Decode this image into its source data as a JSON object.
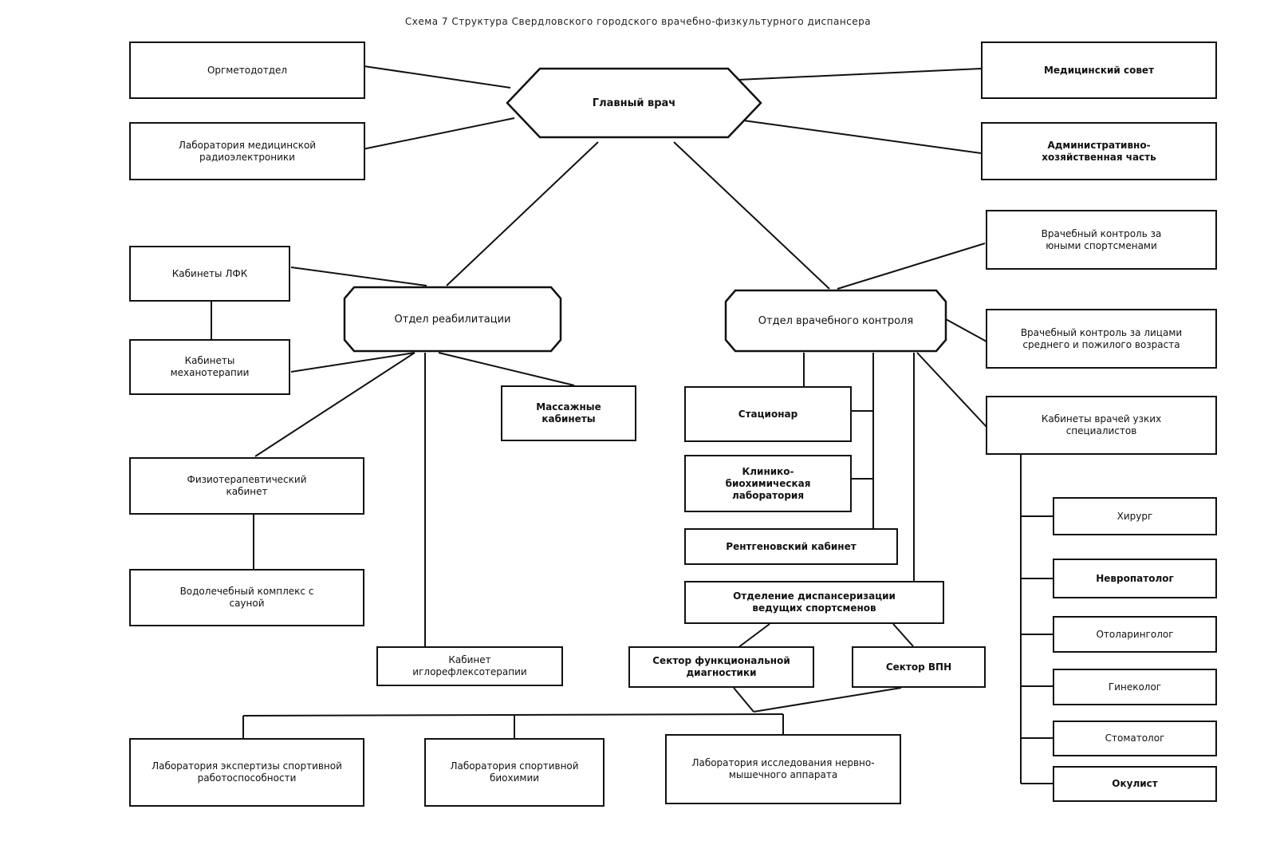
{
  "title": "Схема 7 Структура Свердловского городского врачебно-физкультурного диспансера",
  "head": {
    "label": "Главный врач"
  },
  "left_top": {
    "orgmet": "Оргметодотдел",
    "lab_radio": "Лаборатория медицинской радиоэлектроники"
  },
  "right_top": {
    "med_council": "Медицинский совет",
    "admin": "Административно-хозяйственная часть"
  },
  "rehab": {
    "label": "Отдел реабилитации",
    "lfk": "Кабинеты ЛФК",
    "mechano": "Кабинеты механотерапии",
    "massage": "Массажные кабинеты",
    "physio": "Физиотерапевтический кабинет",
    "hydro": "Водолечебный комплекс с сауной",
    "acupuncture": "Кабинет иглорефлексотерапии"
  },
  "control": {
    "label": "Отдел врачебного контроля",
    "young": "Врачебный контроль за юными спортсменами",
    "middle": "Врачебный контроль за лицами среднего и пожилого возраста",
    "specialists": "Кабинеты врачей узких специалистов",
    "hospital": "Стационар",
    "clinical_lab": "Клинико-биохимическая лаборатория",
    "xray": "Рентгеновский кабинет",
    "dispensary": "Отделение диспансеризации ведущих спортсменов",
    "func_diag": "Сектор функциональной диагностики",
    "vpn": "Сектор ВПН"
  },
  "doctors": [
    "Хирург",
    "Невропатолог",
    "Отоларинголог",
    "Гинеколог",
    "Стоматолог",
    "Окулист"
  ],
  "labs_bottom": {
    "expertise": "Лаборатория экспертизы спортивной работоспособности",
    "biochem": "Лаборатория спортивной биохимии",
    "neuro": "Лаборатория исследования нервно-мышечного аппарата"
  }
}
